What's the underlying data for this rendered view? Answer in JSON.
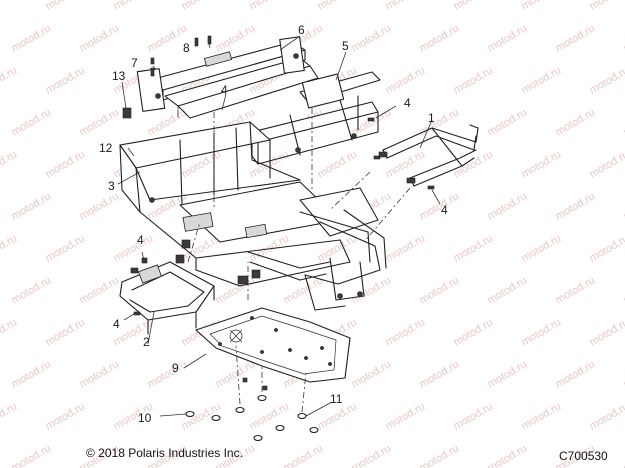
{
  "diagram": {
    "watermark_text": "motod.ru",
    "copyright": "© 2018 Polaris Industries Inc.",
    "code": "C700530",
    "callouts": {
      "c1": "1",
      "c2": "2",
      "c3": "3",
      "c4a": "4",
      "c4b": "4",
      "c4c": "4",
      "c4d": "4",
      "c4e": "4",
      "c5": "5",
      "c6": "6",
      "c7": "7",
      "c8": "8",
      "c9": "9",
      "c10": "10",
      "c11": "11",
      "c12": "12",
      "c13": "13"
    }
  }
}
